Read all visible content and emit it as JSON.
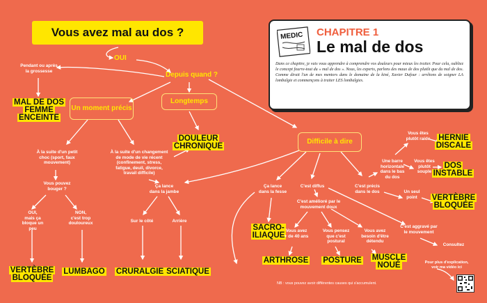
{
  "title": "Vous avez mal au dos ?",
  "chapter": {
    "label": "CHAPITRE 1",
    "title": "Le mal de dos",
    "intro": "Dans ce chapitre, je vais vous apprendre à comprendre vos douleurs pour mieux les traiter. Pour cela, oubliez le concept fourre-tout du « mal de dos ». Nous, les experts, parlons des maux de dos plutôt que du mal de dos. Comme dirait l'un de mes mentors dans le domaine de la kiné, Xavier Dufour : arrêtons de soigner LA lombalgie et commençons à traiter LES lombalgies.",
    "logo_text": "MEDIC"
  },
  "nodes": {
    "oui": "OUI",
    "depuis": "Depuis quand ?",
    "grossesse": "Pendant ou après\nla grossesse",
    "mal_femme": "MAL DE DOS\nFEMME\nENCEINTE",
    "moment": "Un moment\nprécis",
    "longtemps": "Longtemps",
    "douleur_chronique": "DOULEUR\nCHRONIQUE",
    "choc": "À la suite d'un petit\nchoc (sport, faux\nmouvement)",
    "changement": "À la suite d'un changement\nde mode de vie récent\n(confinement, stress,\nfatigue, deuil, divorce,\ntravail difficile)",
    "bouger": "Vous pouvez\nbouger ?",
    "oui_bloque": "OUI,\nmais ça\nbloque un\npeu",
    "non_douloureux": "NON,\nc'est trop\ndouloureux",
    "vertebre1": "VERTÈBRE\nBLOQUÉE",
    "lumbago": "LUMBAGO",
    "jambe": "Ça lance\ndans la jambe",
    "cote": "Sur le côté",
    "arriere": "Arrière",
    "cruralgie": "CRURALGIE",
    "sciatique": "SCIATIQUE",
    "difficile": "Difficile à dire",
    "fesse": "Ça lance\ndans la fesse",
    "diffus": "C'est diffus",
    "precis_dos": "C'est précis\ndans le dos",
    "sacro": "SACRO-\nILIAQUE",
    "ameliore": "C'est amélioré par le\nmouvement doux",
    "plus40": "Vous avez\n+ de 40 ans",
    "postural": "Vous pensez\nque c'est\npostural",
    "besoin_etre": "Vous avez\nbesoin d'être\ndétendu",
    "arthrose": "ARTHROSE",
    "posture": "POSTURE",
    "muscle": "MUSCLE\nNOUÉ",
    "aggrave": "C'est aggravé par\nle mouvement",
    "consultez": "Consultez",
    "barre": "Une barre\nhorizontale\ndans le bas\ndu dos",
    "raide": "Vous êtes\nplutôt raide",
    "souple": "Vous êtes\nplutôt\nsouple",
    "seul_point": "Un seul\npoint",
    "hernie": "HERNIE\nDISCALE",
    "instable": "DOS\nINSTABLE",
    "vertebre2": "VERTÈBRE\nBLOQUÉE",
    "qr_text": "Pour plus d'explication,\nvoir ma vidéo ici"
  },
  "nb": "NB : vous pouvez avoir différentes causes qui s'accumulent.",
  "colors": {
    "background": "#ef6a4d",
    "highlight": "#ffe600",
    "accent": "#ef5d3c"
  }
}
